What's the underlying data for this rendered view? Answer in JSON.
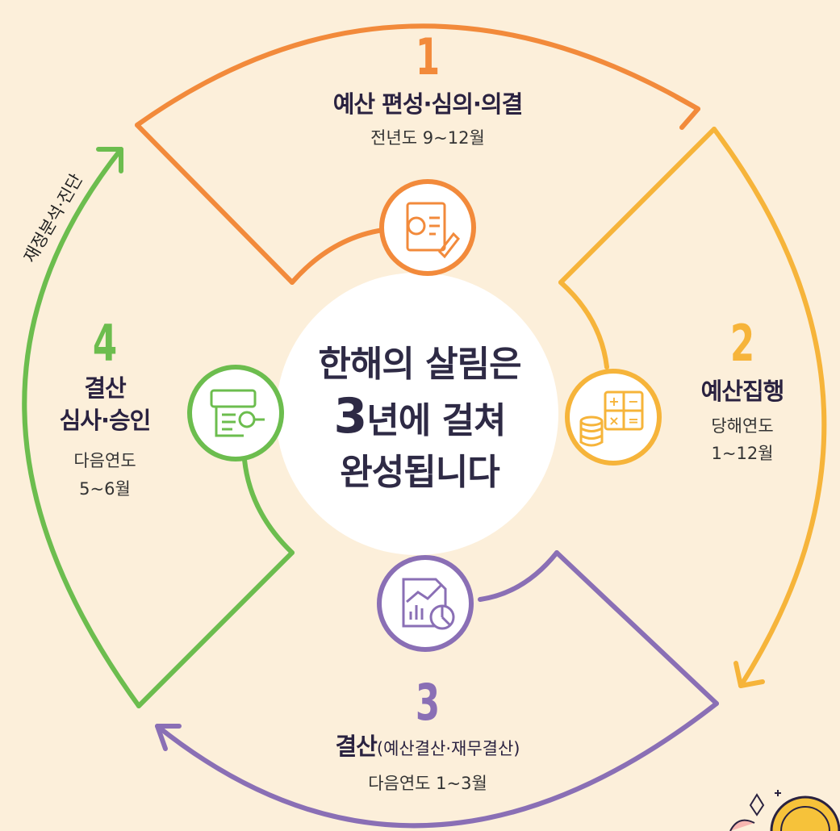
{
  "center": {
    "line1": "한해의 살림은",
    "line2_number": "3",
    "line2_rest": "년에 걸쳐",
    "line3": "완성됩니다"
  },
  "stages": [
    {
      "number": "1",
      "title": "예산 편성·심의·의결",
      "sub": "전년도 9~12월",
      "color": "#f28a3b",
      "icon": "budget-document-chart-icon"
    },
    {
      "number": "2",
      "title": "예산집행",
      "sub_line1": "당해연도",
      "sub_line2": "1~12월",
      "color": "#f6b43a",
      "icon": "calculator-coins-icon"
    },
    {
      "number": "3",
      "title_bold": "결산",
      "title_paren": "(예산결산·재무결산)",
      "sub": "다음연도 1~3월",
      "color": "#8a6fb5",
      "icon": "growth-report-chart-icon"
    },
    {
      "number": "4",
      "title_line1": "결산",
      "title_line2": "심사·승인",
      "sub_line1": "다음연도",
      "sub_line2": "5~6월",
      "color": "#6cbd4e",
      "icon": "settlement-review-document-icon"
    }
  ],
  "side_label": "재정분석·진단",
  "colors": {
    "background": "#fcefda",
    "center_circle": "#ffffff",
    "text_dark": "#2e2a45"
  }
}
